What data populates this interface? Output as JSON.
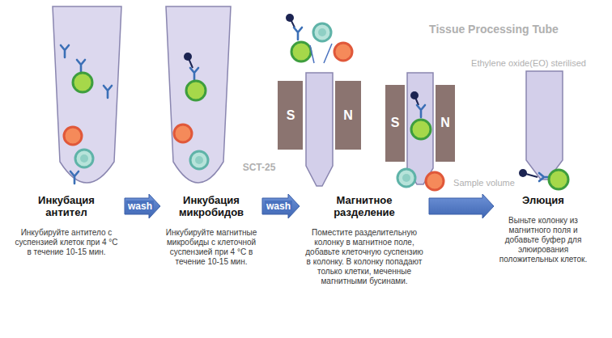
{
  "diagram": {
    "nodes": [
      {
        "text": [
          "Инкубация антител",
          "Инкубируйте антитело с суспензией клеток при 4 °C в течение 10-15 мин."
        ]
      },
      {
        "text": [
          "Инкубация микробидов",
          "Инкубируйте магнитные микробиды с клеточной суспензией при 4 °C в течение 10-15 мин."
        ]
      },
      {
        "text": [
          "Магнитное разделение",
          "Поместите разделительную колонку в магнитное поле, добавьте клеточную суспензию в колонку. В колонку попадают только клетки, меченные магнитными бусинами."
        ]
      },
      {
        "text": [
          "Элюция",
          "Выньте колонку из магнитного поля и добавьте буфер для элюирования положительных клеток."
        ]
      }
    ],
    "edges": [
      {
        "from": 0,
        "to": 1,
        "label": "wash",
        "arrow": "to"
      },
      {
        "from": 1,
        "to": 2,
        "label": "wash",
        "arrow": "to"
      },
      {
        "from": 2,
        "to": 3,
        "arrow": "to"
      }
    ],
    "labels": [
      "S",
      "N",
      "S",
      "N",
      "Tissue Processing Tube",
      "Ethylene oxide(EO) sterilised",
      "SCT-25",
      "Sample volume"
    ]
  }
}
